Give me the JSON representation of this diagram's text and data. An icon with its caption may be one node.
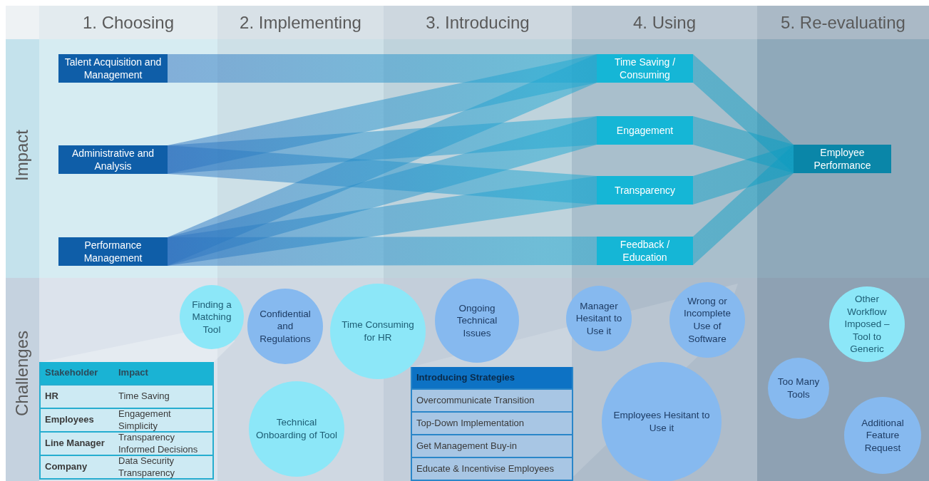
{
  "diagram": {
    "nodes": [
      {
        "text": [
          "Talent Acquisition and Management"
        ]
      },
      {
        "text": [
          "Administrative and Analysis"
        ]
      },
      {
        "text": [
          "Performance Management"
        ]
      },
      {
        "text": [
          "Time Saving / Consuming"
        ]
      },
      {
        "text": [
          "Engagement"
        ]
      },
      {
        "text": [
          "Transparency"
        ]
      },
      {
        "text": [
          "Feedback / Education"
        ]
      },
      {
        "text": [
          "Employee Performance"
        ]
      },
      {
        "text": [
          "Finding a Matching Tool"
        ]
      },
      {
        "text": [
          "Confidential and Regulations"
        ]
      },
      {
        "text": [
          "Time Consuming for HR"
        ]
      },
      {
        "text": [
          "Ongoing Technical Issues"
        ]
      },
      {
        "text": [
          "Manager Hesitant to Use it"
        ]
      },
      {
        "text": [
          "Wrong or Incomplete Use of Software"
        ]
      },
      {
        "text": [
          "Other Workflow Imposed – Tool to Generic"
        ]
      },
      {
        "text": [
          "Technical Onboarding of Tool"
        ]
      },
      {
        "text": [
          "Employees Hesitant to Use it"
        ]
      },
      {
        "text": [
          "Too Many Tools"
        ]
      },
      {
        "text": [
          "Additional Feature Request"
        ]
      }
    ],
    "edges": [
      {
        "from": 0,
        "to": 3,
        "arrow": "none",
        "style": "thick"
      },
      {
        "from": 1,
        "to": 3,
        "arrow": "none",
        "style": "thick"
      },
      {
        "from": 1,
        "to": 4,
        "arrow": "none",
        "style": "thick"
      },
      {
        "from": 1,
        "to": 5,
        "arrow": "none",
        "style": "thick"
      },
      {
        "from": 2,
        "to": 3,
        "arrow": "none",
        "style": "thick"
      },
      {
        "from": 2,
        "to": 4,
        "arrow": "none",
        "style": "thick"
      },
      {
        "from": 2,
        "to": 5,
        "arrow": "none",
        "style": "thick"
      },
      {
        "from": 2,
        "to": 6,
        "arrow": "none",
        "style": "thick"
      },
      {
        "from": 3,
        "to": 7,
        "arrow": "none",
        "style": "thick"
      },
      {
        "from": 4,
        "to": 7,
        "arrow": "none",
        "style": "thick"
      },
      {
        "from": 5,
        "to": 7,
        "arrow": "none",
        "style": "thick"
      },
      {
        "from": 6,
        "to": 7,
        "arrow": "none",
        "style": "thick"
      }
    ],
    "labels": [
      "1. Choosing",
      "2. Implementing",
      "3. Introducing",
      "4. Using",
      "5. Re-evaluating",
      "Impact",
      "Challenges",
      "Stakeholder",
      "Impact",
      "HR",
      "Time Saving",
      "Employees",
      "Engagement Simplicity",
      "Line Manager",
      "Transparency Informed Decisions",
      "Company",
      "Data Security Transparency",
      "Introducing Strategies",
      "Overcommunicate Transition",
      "Top-Down Implementation",
      "Get Management Buy-in",
      "Educate & Incentivise Employees"
    ]
  }
}
